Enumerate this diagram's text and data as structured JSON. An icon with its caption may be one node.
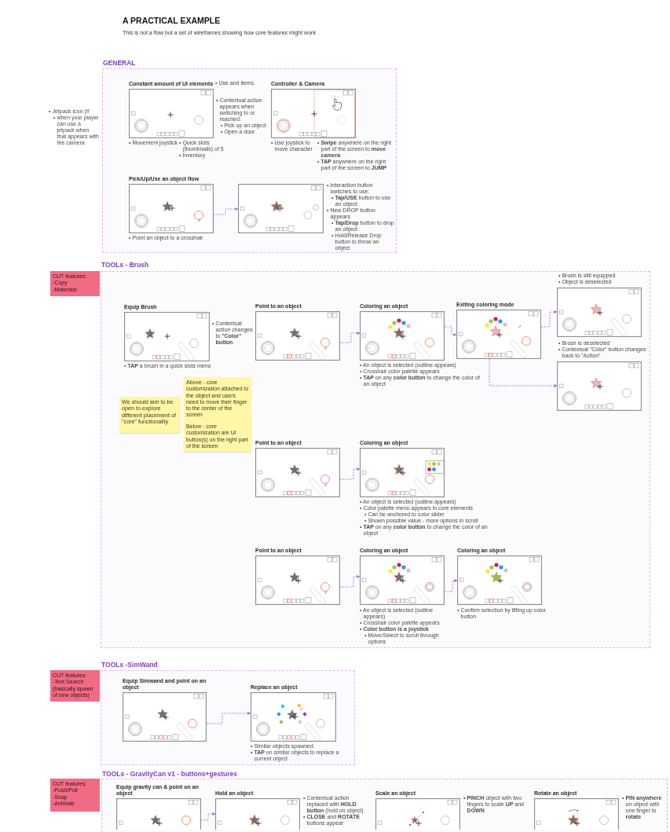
{
  "diagram": {
    "title": "A PRACTICAL EXAMPLE",
    "nodes": [
      {
        "text": [
          "GENERAL"
        ]
      },
      {
        "text": [
          "Constant amount of UI elements"
        ],
        "in": 0,
        "beside": [
          "• Use and items",
          "• Jetpack icon (if",
          "• when your player can use a jetpack when that appears with the camera",
          "• Contextual action appears when switching to or reached:",
          "• Pick up an object",
          "• Open a door",
          "• Movement joystick",
          "• Quick slots (thumbnails) of 5",
          "• Inventory"
        ]
      },
      {
        "text": [
          "Controller & Camera"
        ],
        "in": 0,
        "beside": [
          "• Use joystick to move character",
          "• **Swipe** anywhere on the right part of the screen to **move camera**",
          "• **TAP** anywhere on the right part of the screen to **JUMP**"
        ]
      },
      {
        "text": [
          "Pick/Up/Use an object flow"
        ],
        "in": 0,
        "beside": [
          "• Point an object to a crosshair"
        ]
      },
      {
        "text": [],
        "shape": "box",
        "in": 0,
        "beside": [
          "• Interaction button switches to use:",
          "• **Tap/USE** button to use an object",
          "• New DROP button appears",
          "• **Tap/Drop** button to drop an object",
          "• Hold/Release Drop button to throw an object"
        ]
      },
      {
        "text": [
          "TOOLs - Brush"
        ]
      },
      {
        "text": [
          "CUT features:",
          "-Copy",
          "-Materials"
        ]
      },
      {
        "text": [
          "Equip Brush"
        ],
        "in": 5,
        "beside": [
          "• **TAP** a brush in a quick slots menu",
          "• Contextual action changes to **\"Color\" button**"
        ]
      },
      {
        "text": [
          "Point to an object"
        ],
        "in": 5
      },
      {
        "text": [
          "Coloring an object"
        ],
        "in": 5,
        "beside": [
          "• An object is selected (outline appears)",
          "• Crosshair color palette appears",
          "• **TAP** on any **color button** to change the color of an object"
        ]
      },
      {
        "text": [
          "Exiting coloring mode"
        ],
        "in": 5
      },
      {
        "text": [],
        "shape": "box",
        "in": 5,
        "beside": [
          "• Brush is still equipped",
          "• Object is deselected"
        ]
      },
      {
        "text": [],
        "shape": "box",
        "in": 5,
        "beside": [
          "• Brush is deselected",
          "• Contextual \"Color\" button changes back to \"Action\""
        ]
      },
      {
        "text": [
          "We should aim to be open to explore different placement of \"core\" functionality"
        ],
        "in": 5
      },
      {
        "text": [
          "Above - core customization attached to the object and users need to move their finger to the center of the screen"
        ],
        "in": 5
      },
      {
        "text": [
          "Below - core customization are UI button(s) on the right part of the screen"
        ],
        "in": 5
      },
      {
        "text": [
          "Point to an object"
        ],
        "in": 5
      },
      {
        "text": [
          "Coloring an object"
        ],
        "in": 5,
        "beside": [
          "• An object is selected (outline appears)",
          "• Color palette menu appears in core elements",
          "• Can be anchored to color slider",
          "• Shown possible value - more options in scroll",
          "• **TAP** on any **color button** to change the color of an object"
        ]
      },
      {
        "text": [
          "Point to an object"
        ],
        "in": 5
      },
      {
        "text": [
          "Coloring an object"
        ],
        "in": 5,
        "beside": [
          "• An object is selected (outline appears)",
          "• Crosshair color palette appears",
          "• Color button is a joystick",
          "• Move/Select to scroll through options"
        ]
      },
      {
        "text": [
          "Coloring an object"
        ],
        "in": 5,
        "beside": [
          "• Confirm selection by lifting up color button"
        ]
      },
      {
        "text": [
          "TOOLs -SimWand"
        ]
      },
      {
        "text": [
          "CUT features:",
          "-Text Search (basically spawn of new objects)"
        ]
      },
      {
        "text": [
          "Equip Simwand and point on an object"
        ],
        "in": 21
      },
      {
        "text": [
          "Replace an object"
        ],
        "in": 21,
        "beside": [
          "• Similar objects spawned",
          "• **TAP** on similar objects to replace a current object"
        ]
      },
      {
        "text": [
          "TOOLs - GravityCan v1 - buttons+gestures"
        ]
      },
      {
        "text": [
          "CUT features:",
          "-Push/Pull",
          "-Snap",
          "-Animate"
        ]
      },
      {
        "text": [
          "Equip gravity can & point on an object"
        ],
        "in": 25
      },
      {
        "text": [
          "Hold an object"
        ],
        "in": 25,
        "beside": [
          "• Contextual action replaced with **HOLD button** (hold on object)",
          "• **CLOSE** and **ROTATE** buttons appear"
        ]
      },
      {
        "text": [
          "Scale an object"
        ],
        "in": 25,
        "beside": [
          "• **PINCH** object with two fingers to scale **UP** and **DOWN**"
        ]
      },
      {
        "text": [
          "Rotate an object"
        ],
        "in": 25,
        "beside": [
          "• **PIN anywhere** on object with one finger to **rotate**"
        ]
      }
    ],
    "edges": [
      {
        "from": 3,
        "to": 4,
        "arrow": "to",
        "style": "dashed"
      },
      {
        "from": 8,
        "to": 9,
        "arrow": "to",
        "style": "dashed"
      },
      {
        "from": 9,
        "to": 10,
        "arrow": "to",
        "style": "dashed"
      },
      {
        "from": 10,
        "to": 11,
        "arrow": "to",
        "style": "dashed"
      },
      {
        "from": 10,
        "to": 12,
        "arrow": "to",
        "style": "dashed"
      },
      {
        "from": 16,
        "to": 17,
        "arrow": "to",
        "style": "dashed"
      },
      {
        "from": 18,
        "to": 19,
        "arrow": "to",
        "style": "dashed"
      },
      {
        "from": 19,
        "to": 20,
        "arrow": "to",
        "style": "dashed"
      },
      {
        "from": 23,
        "to": 24,
        "arrow": "to",
        "style": "dashed"
      },
      {
        "from": 27,
        "to": 28,
        "arrow": "to",
        "style": "dashed"
      }
    ],
    "labels": [
      "This is not a flow but a set of wireframes showing how core features might work"
    ]
  }
}
